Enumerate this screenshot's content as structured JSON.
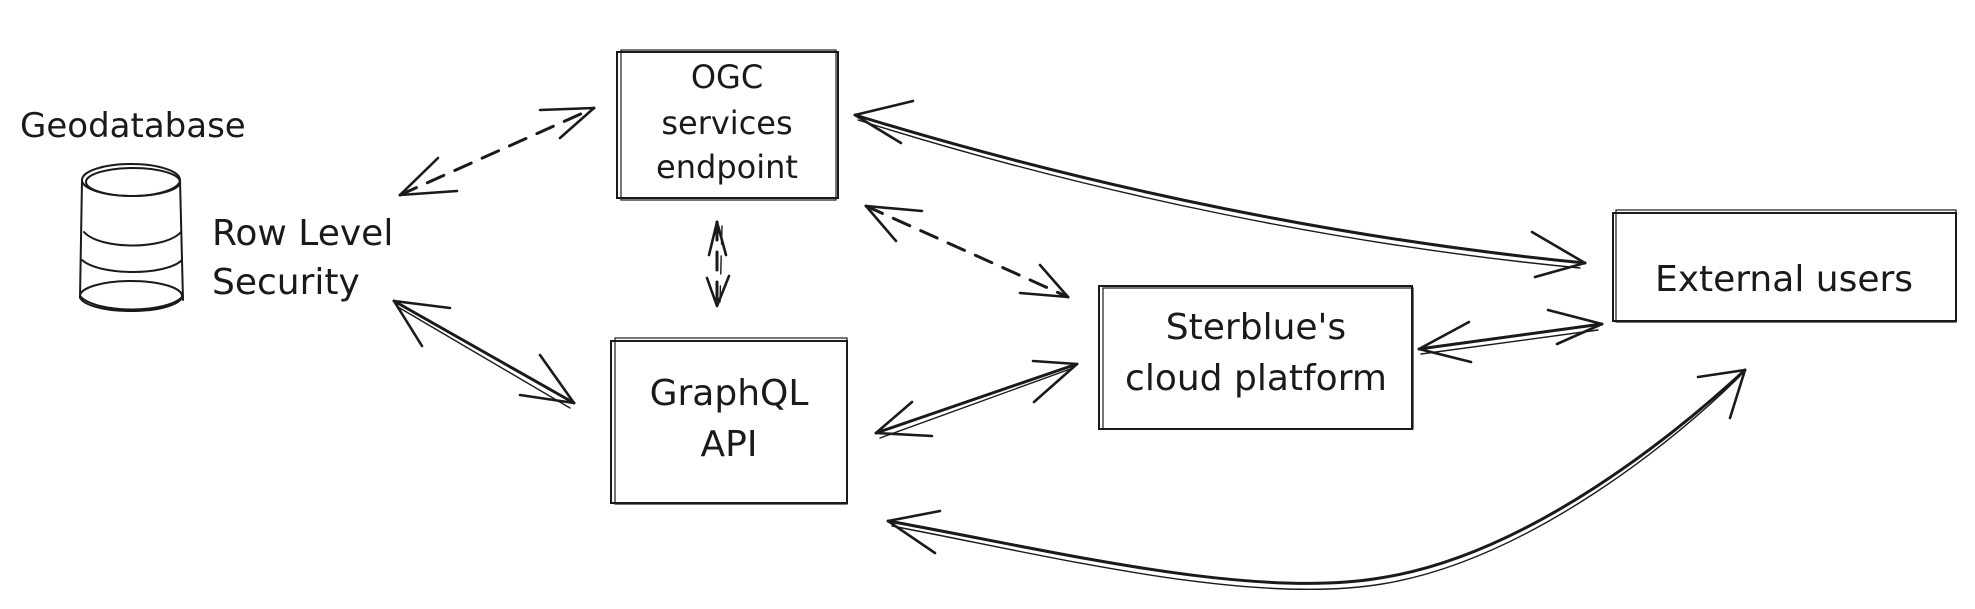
{
  "diagram": {
    "nodes": {
      "geodatabase": {
        "label": "Geodatabase"
      },
      "row_level_security": {
        "lines": [
          "Row Level",
          "Security"
        ]
      },
      "ogc_endpoint": {
        "lines": [
          "OGC",
          "services",
          "endpoint"
        ]
      },
      "graphql_api": {
        "lines": [
          "GraphQL",
          "API"
        ]
      },
      "cloud_platform": {
        "lines": [
          "Sterblue's",
          "cloud platform"
        ]
      },
      "external_users": {
        "label": "External users"
      }
    },
    "edges": [
      {
        "from": "Row Level Security",
        "to": "OGC services endpoint",
        "style": "dashed",
        "direction": "both"
      },
      {
        "from": "OGC services endpoint",
        "to": "GraphQL API",
        "style": "dashed",
        "direction": "both"
      },
      {
        "from": "OGC services endpoint",
        "to": "Sterblue's cloud platform",
        "style": "dashed",
        "direction": "both"
      },
      {
        "from": "OGC services endpoint",
        "to": "External users",
        "style": "solid",
        "direction": "both"
      },
      {
        "from": "Row Level Security",
        "to": "GraphQL API",
        "style": "solid",
        "direction": "both"
      },
      {
        "from": "GraphQL API",
        "to": "Sterblue's cloud platform",
        "style": "solid",
        "direction": "both"
      },
      {
        "from": "Sterblue's cloud platform",
        "to": "External users",
        "style": "solid",
        "direction": "both"
      },
      {
        "from": "GraphQL API",
        "to": "External users",
        "style": "solid",
        "direction": "both"
      }
    ],
    "colors": {
      "stroke": "#1a1a1a",
      "background": "#ffffff"
    },
    "icons": {
      "database": "database-cylinder-icon"
    }
  }
}
